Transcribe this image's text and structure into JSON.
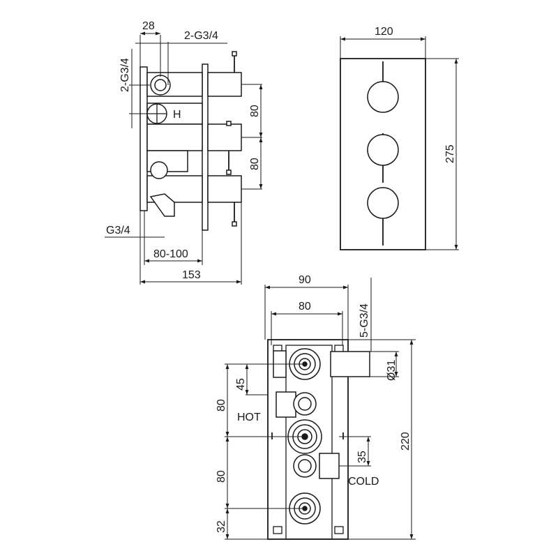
{
  "side_view": {
    "dim_28": "28",
    "dim_2g34_top": "2-G3/4",
    "dim_2g34_left": "2-G3/4",
    "label_h": "H",
    "dim_80_upper": "80",
    "dim_80_lower": "80",
    "dim_g34": "G3/4",
    "dim_80_100": "80-100",
    "dim_153": "153"
  },
  "front_plate": {
    "dim_120": "120",
    "dim_275": "275"
  },
  "body_view": {
    "dim_90": "90",
    "dim_80": "80",
    "dim_5g34": "5-G3/4",
    "dim_d31": "Ø31",
    "dim_220": "220",
    "dim_45": "45",
    "dim_80_upper": "80",
    "label_hot": "HOT",
    "dim_35": "35",
    "dim_80_lower": "80",
    "label_cold": "COLD",
    "dim_32": "32"
  }
}
